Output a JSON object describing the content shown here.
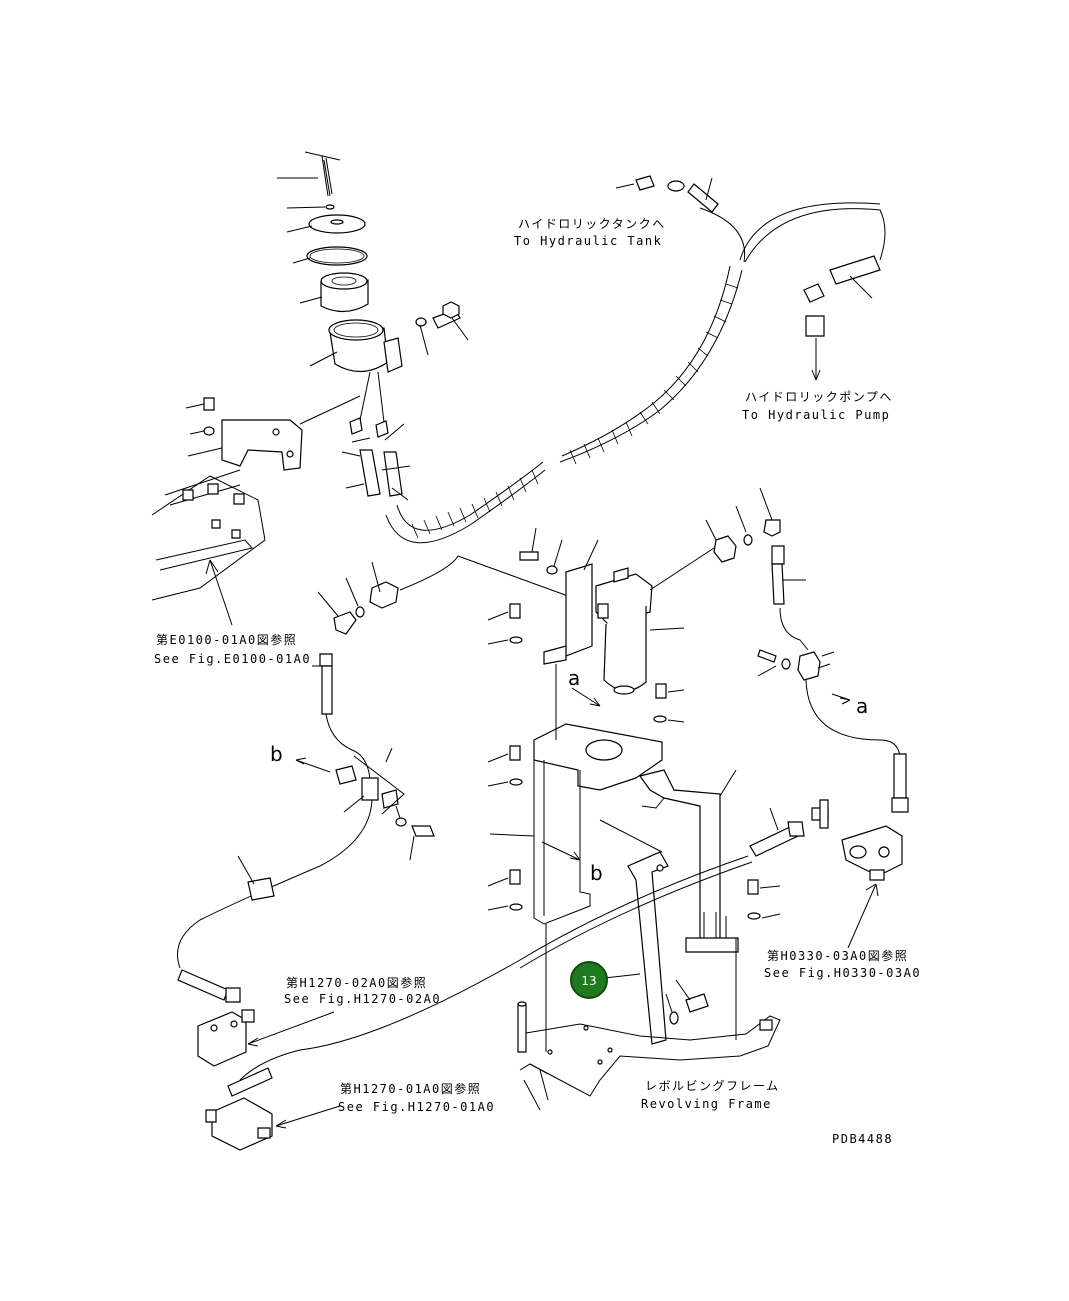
{
  "labels": {
    "tank_jp": "ハイドロリックタンクへ",
    "tank_en": "To Hydraulic Tank",
    "pump_jp": "ハイドロリックポンプへ",
    "pump_en": "To Hydraulic Pump",
    "e0100_jp": "第E0100-01A0図参照",
    "e0100_en": "See Fig.E0100-01A0",
    "h1270_02_jp": "第H1270-02A0図参照",
    "h1270_02_en": "See Fig.H1270-02A0",
    "h1270_01_jp": "第H1270-01A0図参照",
    "h1270_01_en": "See Fig.H1270-01A0",
    "h0330_jp": "第H0330-03A0図参照",
    "h0330_en": "See Fig.H0330-03A0",
    "frame_jp": "レボルビングフレーム",
    "frame_en": "Revolving Frame",
    "drawing_no": "PDB4488",
    "view_a": "a",
    "view_b": "b"
  },
  "callout": {
    "number": "13",
    "color": "#1f7a1f",
    "border": "#0d4d0d"
  }
}
